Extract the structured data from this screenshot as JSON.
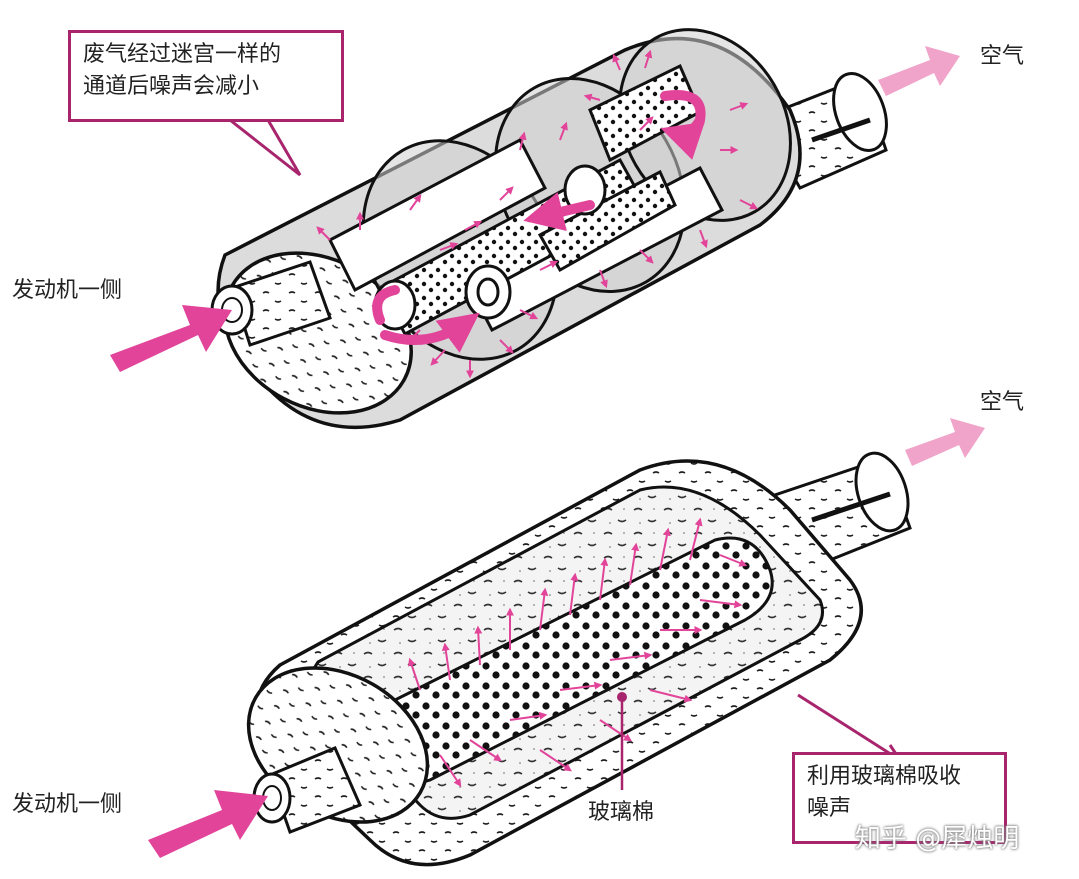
{
  "top_diagram": {
    "callout": {
      "line1": "废气经过迷宫一样的",
      "line2": "通道后噪声会减小"
    },
    "engine_side_label": "发动机一侧",
    "air_label": "空气"
  },
  "bottom_diagram": {
    "engine_side_label": "发动机一侧",
    "air_label": "空气",
    "material_label": "玻璃棉",
    "callout": {
      "line1": "利用玻璃棉吸收",
      "line2": "噪声"
    }
  },
  "watermark": "知乎 @犀烛明",
  "colors": {
    "accent": "#e2449a",
    "arrow_light": "#f0a4c9",
    "callout_border": "#a8256e",
    "shell_gray": "#d8d8d8",
    "outline": "#111111"
  }
}
